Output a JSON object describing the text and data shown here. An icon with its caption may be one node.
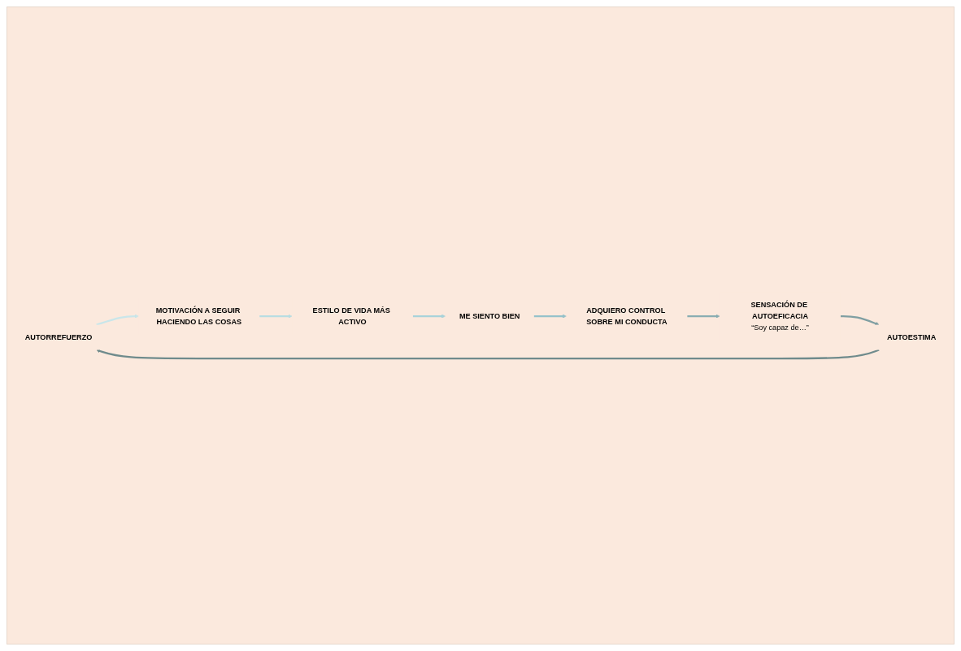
{
  "diagram": {
    "nodes": [
      {
        "text": [
          "AUTORREFUERZO"
        ]
      },
      {
        "text": [
          "MOTIVACIÓN A SEGUIR HACIENDO LAS COSAS"
        ]
      },
      {
        "text": [
          "ESTILO DE VIDA MÁS ACTIVO"
        ]
      },
      {
        "text": [
          "ME SIENTO BIEN"
        ]
      },
      {
        "text": [
          "ADQUIERO CONTROL SOBRE MI CONDUCTA"
        ]
      },
      {
        "text": [
          "SENSACIÓN DE AUTOEFICACIA",
          "“Soy capaz de…”"
        ]
      },
      {
        "text": [
          "AUTOESTIMA"
        ]
      }
    ],
    "edges": [
      {
        "from": 0,
        "to": 1,
        "arrow": "to",
        "color": "#c9e6ea"
      },
      {
        "from": 1,
        "to": 2,
        "arrow": "to",
        "color": "#b8dde2"
      },
      {
        "from": 2,
        "to": 3,
        "arrow": "to",
        "color": "#a8d3da"
      },
      {
        "from": 3,
        "to": 4,
        "arrow": "to",
        "color": "#95c2ca"
      },
      {
        "from": 4,
        "to": 5,
        "arrow": "to",
        "color": "#89aeb2"
      },
      {
        "from": 5,
        "to": 6,
        "arrow": "to",
        "color": "#7f9fa2"
      },
      {
        "from": 6,
        "to": 0,
        "arrow": "to",
        "color": "#6f8b8c"
      }
    ]
  }
}
